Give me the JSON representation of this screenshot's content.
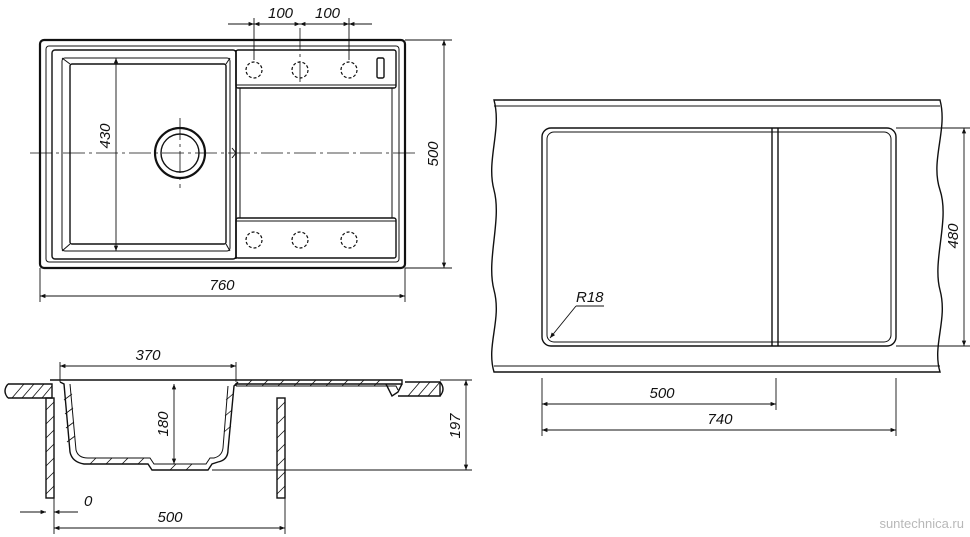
{
  "top_view": {
    "dim_hole_spacing_1": "100",
    "dim_hole_spacing_2": "100",
    "dim_bowl_depth": "430",
    "dim_total_depth": "500",
    "dim_total_width": "760"
  },
  "section_view": {
    "dim_bowl_width": "370",
    "dim_bowl_height": "180",
    "dim_total_height": "197",
    "dim_zero": "0",
    "dim_cabinet": "500"
  },
  "cutout_view": {
    "dim_radius": "R18",
    "dim_cutout_depth": "480",
    "dim_bowl_part": "500",
    "dim_cutout_width": "740"
  },
  "watermark": "suntechnica.ru"
}
